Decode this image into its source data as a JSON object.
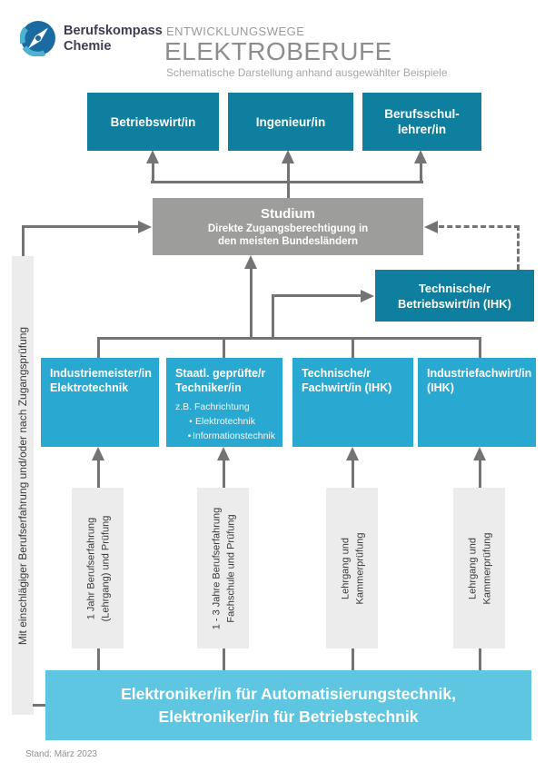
{
  "header": {
    "brand_line1": "Berufskompass",
    "brand_line2": "Chemie",
    "kicker": "ENTWICKLUNGSWEGE",
    "title": "ELEKTROBERUFE",
    "subtitle": "Schematische Darstellung anhand ausgewählter Beispiele",
    "logo_icon": "compass-icon"
  },
  "colors": {
    "dark_teal": "#0e7f9e",
    "mid_blue": "#29a9d1",
    "light_blue": "#5fc6e2",
    "studium_gray": "#9d9d9c",
    "connector_gray": "#747474",
    "panel_gray": "#ececec",
    "logo_navy": "#1b6ba2",
    "logo_cyan": "#4fb3cf"
  },
  "diagram": {
    "top_boxes": [
      {
        "label": "Betriebswirt/in"
      },
      {
        "label": "Ingenieur/in"
      },
      {
        "label": "Berufsschul-\nlehrer/in"
      }
    ],
    "studium": {
      "title": "Studium",
      "subtitle": "Direkte Zugangsberechtigung in\nden meisten Bundesländern"
    },
    "betriebswirt_ihk": {
      "label": "Technische/r\nBetriebswirt/in (IHK)"
    },
    "mid_boxes": [
      {
        "title": "Industriemeister/in\nElektrotechnik"
      },
      {
        "title": "Staatl. geprüfte/r\nTechniker/in",
        "note": "z.B. Fachrichtung",
        "bullets": [
          "Elektrotechnik",
          "Informationstechnik"
        ]
      },
      {
        "title": "Technische/r\nFachwirt/in (IHK)"
      },
      {
        "title": "Industriefachwirt/in\n(IHK)"
      }
    ],
    "sidebar_label": "Mit einschlägiger Berufserfahrung und/oder nach Zugangsprüfung",
    "path_boxes": [
      {
        "label": "1 Jahr Berufserfahrung\n(Lehrgang) und Prüfung"
      },
      {
        "label": "1 - 3 Jahre Berufserfahrung\nFachschule und Prüfung"
      },
      {
        "label": "Lehrgang und\nKammerprüfung"
      },
      {
        "label": "Lehrgang und\nKammerprüfung"
      }
    ],
    "base_box": {
      "label": "Elektroniker/in für Automatisierungstechnik,\nElektroniker/in für Betriebstechnik"
    }
  },
  "footer": {
    "stand": "Stand: März 2023"
  }
}
